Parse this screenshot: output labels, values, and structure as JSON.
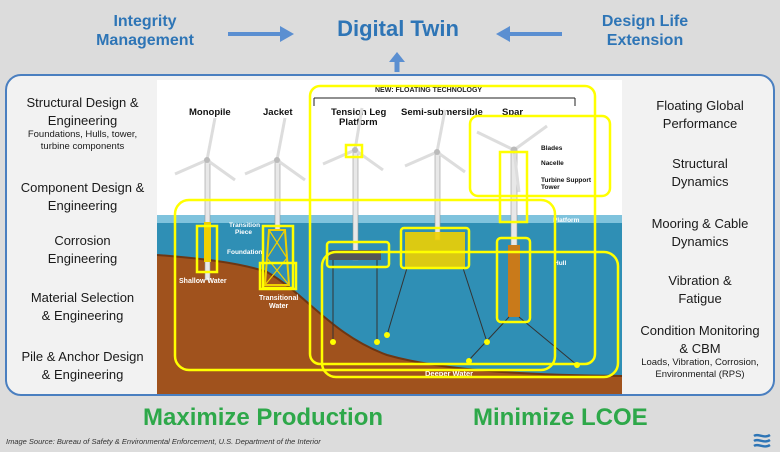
{
  "header": {
    "left_title": "Integrity\nManagement",
    "center_title": "Digital Twin",
    "right_title": "Design Life\nExtension"
  },
  "left_items": [
    {
      "title": "Structural Design &\nEngineering",
      "sub": "Foundations, Hulls, tower,\nturbine components"
    },
    {
      "title": "Component Design &\nEngineering"
    },
    {
      "title": "Corrosion\nEngineering"
    },
    {
      "title": "Material Selection\n& Engineering"
    },
    {
      "title": "Pile & Anchor Design\n& Engineering"
    }
  ],
  "right_items": [
    {
      "title": "Floating Global\nPerformance"
    },
    {
      "title": "Structural\nDynamics"
    },
    {
      "title": "Mooring & Cable\nDynamics"
    },
    {
      "title": "Vibration &\nFatigue"
    },
    {
      "title": "Condition Monitoring\n& CBM",
      "sub": "Loads, Vibration, Corrosion,\nEnvironmental (RPS)"
    }
  ],
  "illustration": {
    "banner": "NEW: FLOATING TECHNOLOGY",
    "types": [
      "Monopile",
      "Jacket",
      "Tension Leg\nPlatform",
      "Semi-submersible",
      "Spar"
    ],
    "labels": {
      "transition_piece": "Transition\nPiece",
      "foundation": "Foundation",
      "shallow_water": "Shallow Water",
      "transitional_water": "Transitional\nWater",
      "deeper_water": "Deeper Water",
      "blades": "Blades",
      "nacelle": "Nacelle",
      "turbine_support_tower": "Turbine Support\nTower",
      "platform": "Platform",
      "hull": "Hull"
    },
    "colors": {
      "highlight": "#ffff00",
      "sky": "#ffffff",
      "sea": "#2f8fb5",
      "seabed": "#a0521d"
    }
  },
  "footer": {
    "left_goal": "Maximize Production",
    "right_goal": "Minimize LCOE",
    "source": "Image Source:  Bureau of Safety & Environmental Enforcement, U.S. Department of the Interior"
  },
  "colors": {
    "accent_blue": "#2e75b6",
    "goal_green": "#2ea84a"
  }
}
